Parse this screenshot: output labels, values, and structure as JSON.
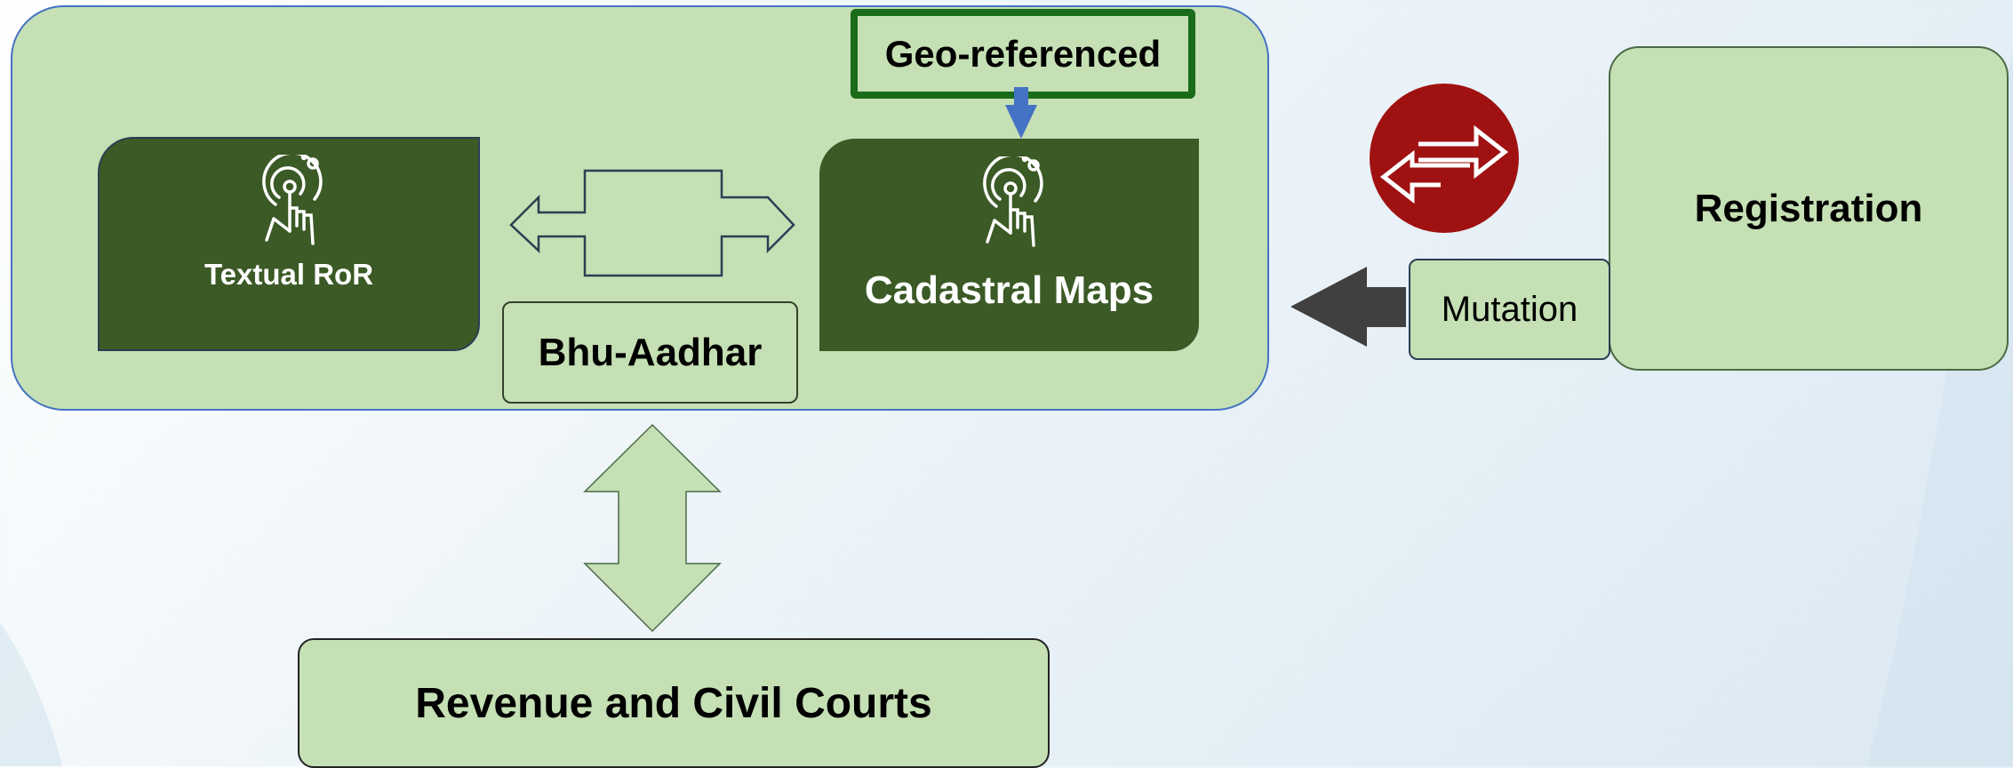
{
  "diagram": {
    "nodes": {
      "geo_referenced": "Geo-referenced",
      "textual_ror": "Textual RoR",
      "cadastral_maps": "Cadastral Maps",
      "bhu_aadhar": "Bhu-Aadhar",
      "registration": "Registration",
      "mutation": "Mutation",
      "courts": "Revenue and Civil Courts"
    },
    "icons": {
      "ror_icon": "touch-tap-icon",
      "maps_icon": "touch-tap-icon",
      "exchange_icon": "exchange-arrows-icon"
    },
    "colors": {
      "container_fill": "#c5e0b4",
      "container_border": "#4472c4",
      "dark_box_fill": "#3b5a26",
      "geo_border": "#1a6b1a",
      "down_arrow": "#4472c4",
      "mutation_arrow": "#404040",
      "exchange_circle": "#a01212"
    }
  }
}
